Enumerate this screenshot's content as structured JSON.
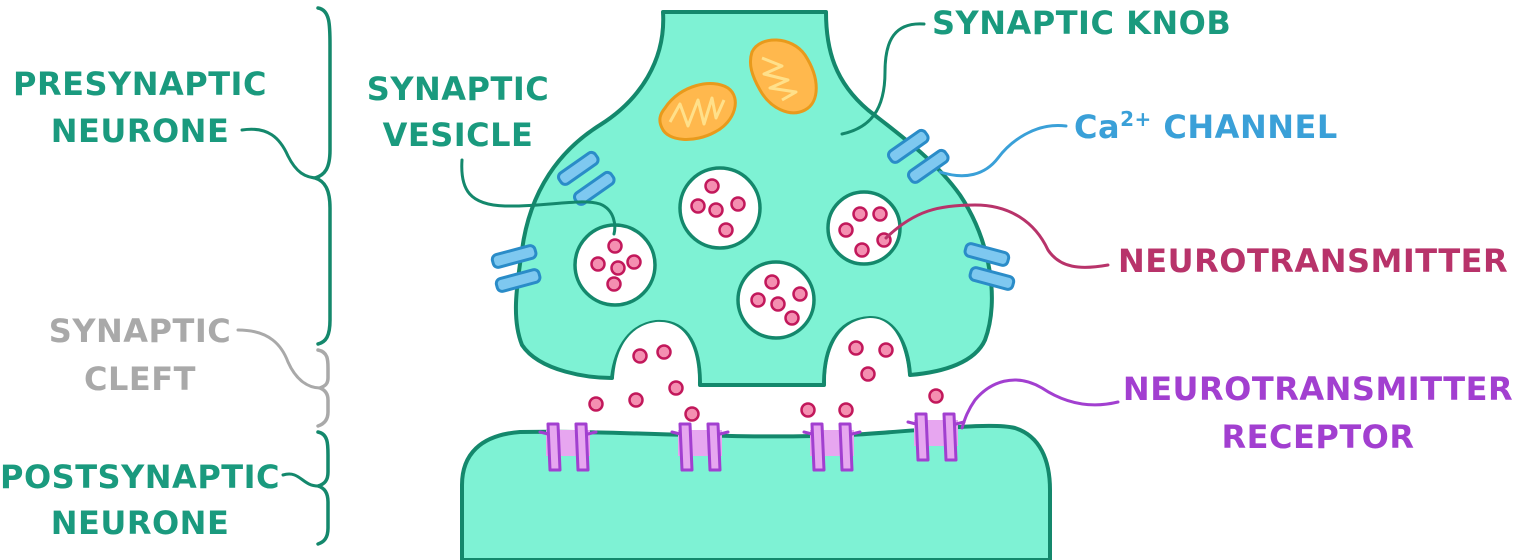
{
  "labels": {
    "presynaptic_line1": "PRESYNAPTIC",
    "presynaptic_line2": "NEURONE",
    "synaptic_cleft_line1": "SYNAPTIC",
    "synaptic_cleft_line2": "CLEFT",
    "postsynaptic_line1": "POSTSYNAPTIC",
    "postsynaptic_line2": "NEURONE",
    "synaptic_vesicle_line1": "SYNAPTIC",
    "synaptic_vesicle_line2": "VESICLE",
    "synaptic_knob": "SYNAPTIC KNOB",
    "ca_channel_prefix": "Ca",
    "ca_channel_superscript": "2+",
    "ca_channel_suffix": " CHANNEL",
    "neurotransmitter": "NEUROTRANSMITTER",
    "receptor_line1": "NEUROTRANSMITTER",
    "receptor_line2": "RECEPTOR"
  },
  "colors": {
    "teal_label": "#1a9a7e",
    "grey_label": "#a9a9a9",
    "blue_label": "#3aa0d8",
    "crimson_label": "#b8336a",
    "purple_label": "#a23fd0",
    "neuron_fill": "#7ef2d4",
    "neuron_stroke": "#14886c",
    "vesicle_fill": "#ffffff",
    "neurotransmitter_fill": "#f48fb1",
    "neurotransmitter_stroke": "#c2185b",
    "mitochondria_fill": "#ffb84d",
    "mitochondria_stroke": "#e89a1c",
    "channel_fill": "#7ec8f0",
    "channel_stroke": "#2a8cc8",
    "receptor_fill": "#e7a6f0",
    "receptor_stroke": "#a23fd0"
  }
}
